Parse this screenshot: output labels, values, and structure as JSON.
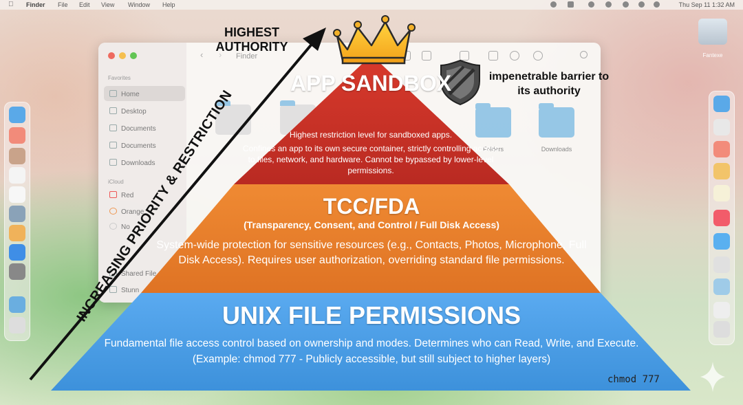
{
  "menubar": {
    "app": "Finder",
    "items": [
      "File",
      "Edit",
      "View",
      "Window",
      "Help"
    ],
    "clock": "Thu Sep 11  1:32 AM"
  },
  "finder": {
    "title": "Finder",
    "favorites_header": "Favorites",
    "sidebar": [
      "Home",
      "Desktop",
      "Documents",
      "Documents",
      "Downloads"
    ],
    "icloud_header": "iCloud",
    "tags": [
      "Red",
      "Orange",
      "No"
    ],
    "extra": [
      "Shared File",
      "Stunn"
    ],
    "folders": [
      "Folders",
      "Downloads"
    ]
  },
  "desktop": {
    "trash_label": "Fantexe"
  },
  "diagram": {
    "top_label": "HIGHEST AUTHORITY",
    "arrow_label": "INCREASING PRIORITY & RESTRICTION",
    "barrier_label": "impenetrable barrier to its authority",
    "layers": [
      {
        "title": "APP SANDBOX",
        "color": "#c8352a",
        "description": [
          "Highest restriction level for sandboxed apps.",
          "Confines an app to its own secure container, strictly controlling access to files, network, and hardware. Cannot be bypassed by lower-level permissions."
        ]
      },
      {
        "title": "TCC/FDA",
        "subtitle": "(Transparency, Consent, and Control / Full Disk Access)",
        "color": "#e8822e",
        "description": "System-wide protection for sensitive resources (e.g., Contacts, Photos, Microphone, Full Disk Access). Requires user authorization, overriding standard file permissions."
      },
      {
        "title": "UNIX FILE PERMISSIONS",
        "color": "#4a9fe0",
        "description": "Fundamental file access control based on ownership and modes. Determines who can Read, Write, and Execute. (Example: chmod 777 - Publicly accessible, but still subject to higher layers)"
      }
    ],
    "chmod_tag": "chmod 777"
  }
}
